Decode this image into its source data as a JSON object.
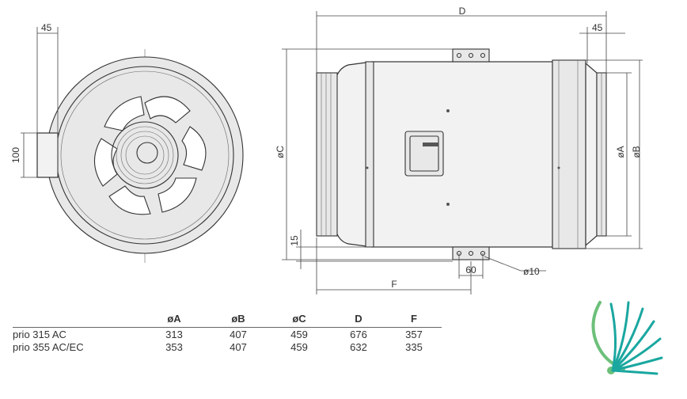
{
  "dims": {
    "front_width": "45",
    "front_height": "100",
    "side_D": "D",
    "side_45": "45",
    "side_C": "øC",
    "side_A": "øA",
    "side_B": "øB",
    "side_15": "15",
    "side_60": "60",
    "side_F": "F",
    "side_hole": "ø10"
  },
  "table": {
    "headers": [
      "",
      "øA",
      "øB",
      "øC",
      "D",
      "F"
    ],
    "rows": [
      [
        "prio 315 AC",
        "313",
        "407",
        "459",
        "676",
        "357"
      ],
      [
        "prio 355 AC/EC",
        "353",
        "407",
        "459",
        "632",
        "335"
      ]
    ]
  },
  "colors": {
    "line": "#333333",
    "logo_teal": "#1aa7a0",
    "logo_green": "#6cc07a"
  }
}
